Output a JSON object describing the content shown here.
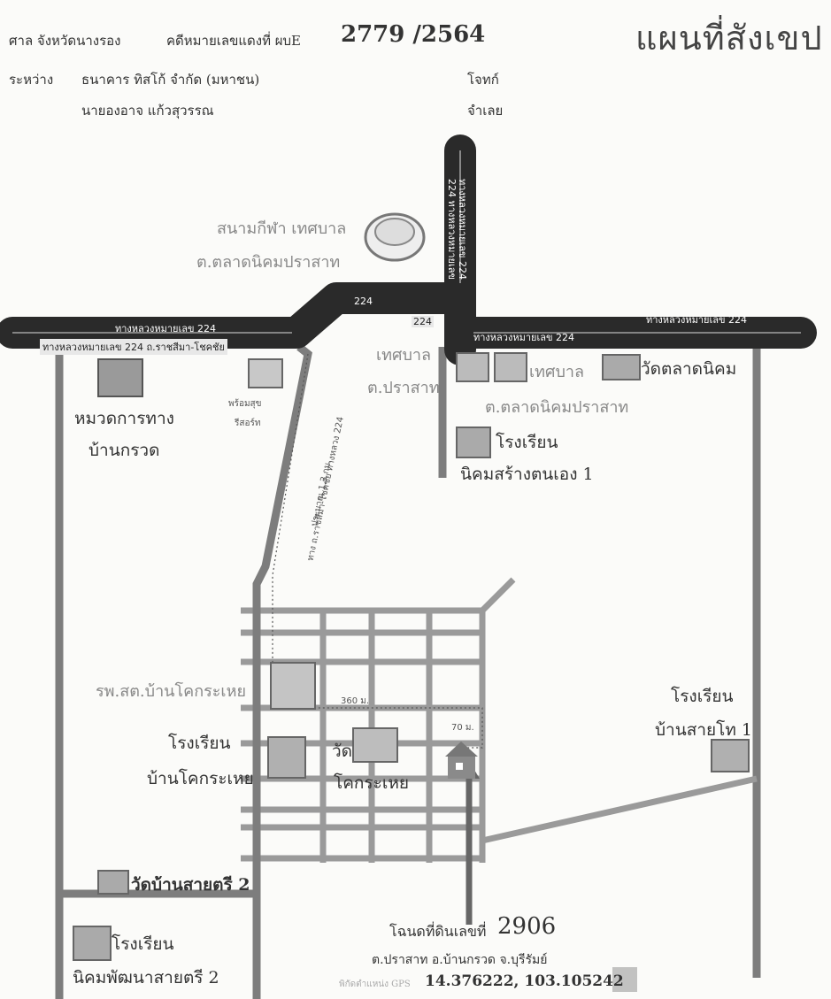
{
  "header": {
    "court": "ศาล จังหวัดนางรอง",
    "case_label": "คดีหมายเลขแดงที่ ผบE",
    "case_number": "2779 /2564",
    "title": "แผนที่สังเขป",
    "between_label": "ระหว่าง",
    "plaintiff": "ธนาคาร ทิสโก้ จำกัด (มหาชน)",
    "plaintiff_role": "โจทก์",
    "defendant": "นายองอาจ แก้วสุวรรณ",
    "defendant_role": "จำเลย"
  },
  "roads": {
    "hwy_left_top": "ทางหลวงหมายเลข 224",
    "hwy_left_bottom": "ทางหลวงหมายเลข 224 ถ.ราชสีมา-โชคชัย",
    "hwy_right_top": "ทางหลวงหมายเลข 224",
    "hwy_right_bottom": "ทางหลวงหมายเลข 224",
    "junction_1": "224",
    "junction_2": "224",
    "vertical_a": "224 ทางหลวงหมายเลข",
    "vertical_b": "ทางหลวงหมายเลข 224",
    "side_road": "ทาง ถ.ราชสีมา-โชคชัย ทางหลวง 224",
    "side_road_dist": "ประมาณ 1.3 กม.",
    "dist_360": "360 ม.",
    "dist_70": "70 ม."
  },
  "places": {
    "stadium_1": "สนามกีฬา เทศบาล",
    "stadium_2": "ต.ตลาดนิคมปราสาท",
    "highway_office_1": "หมวดการทาง",
    "highway_office_2": "บ้านกรวด",
    "resort_1": "พร้อมสุข",
    "resort_2": "รีสอร์ท",
    "muni_prasat_1": "เทศบาล",
    "muni_prasat_2": "ต.ปราสาท",
    "muni_talad": "เทศบาล",
    "muni_talad_2": "ต.ตลาดนิคมปราสาท",
    "wat_talad": "วัดตลาดนิคม",
    "school_nikhom_1": "โรงเรียน",
    "school_nikhom_2": "นิคมสร้างตนเอง 1",
    "health_center": "รพ.สต.บ้านโคกระเหย",
    "school_khok_1": "โรงเรียน",
    "school_khok_2": "บ้านโคกระเหย",
    "wat_khok_1": "วัด",
    "wat_khok_2": "โคกระเหย",
    "school_saitho_1": "โรงเรียน",
    "school_saitho_2": "บ้านสายโท 1",
    "wat_saisri": "วัดบ้านสายตรี 2",
    "school_saisri_1": "โรงเรียน",
    "school_saisri_2": "นิคมพัฒนาสายตรี 2"
  },
  "deed": {
    "label": "โฉนดที่ดินเลขที่",
    "number": "2906",
    "location": "ต.ปราสาท อ.บ้านกรวด จ.บุรีรัมย์",
    "gps_label": "พิกัดตำแหน่ง GPS",
    "gps_value": "14.376222, 103.105242"
  }
}
